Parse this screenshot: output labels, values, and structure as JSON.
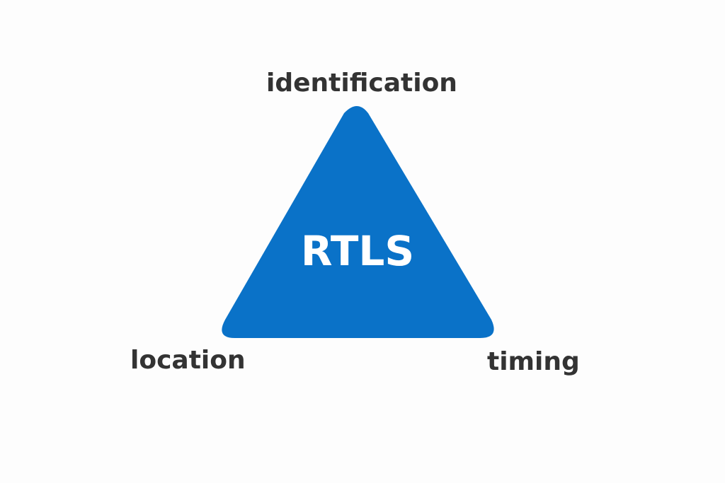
{
  "center_label": "RTLS",
  "vertices": {
    "top": "identification",
    "bottom_left": "location",
    "bottom_right": "timing"
  },
  "colors": {
    "triangle": "#0a72c8",
    "text": "#333333"
  }
}
